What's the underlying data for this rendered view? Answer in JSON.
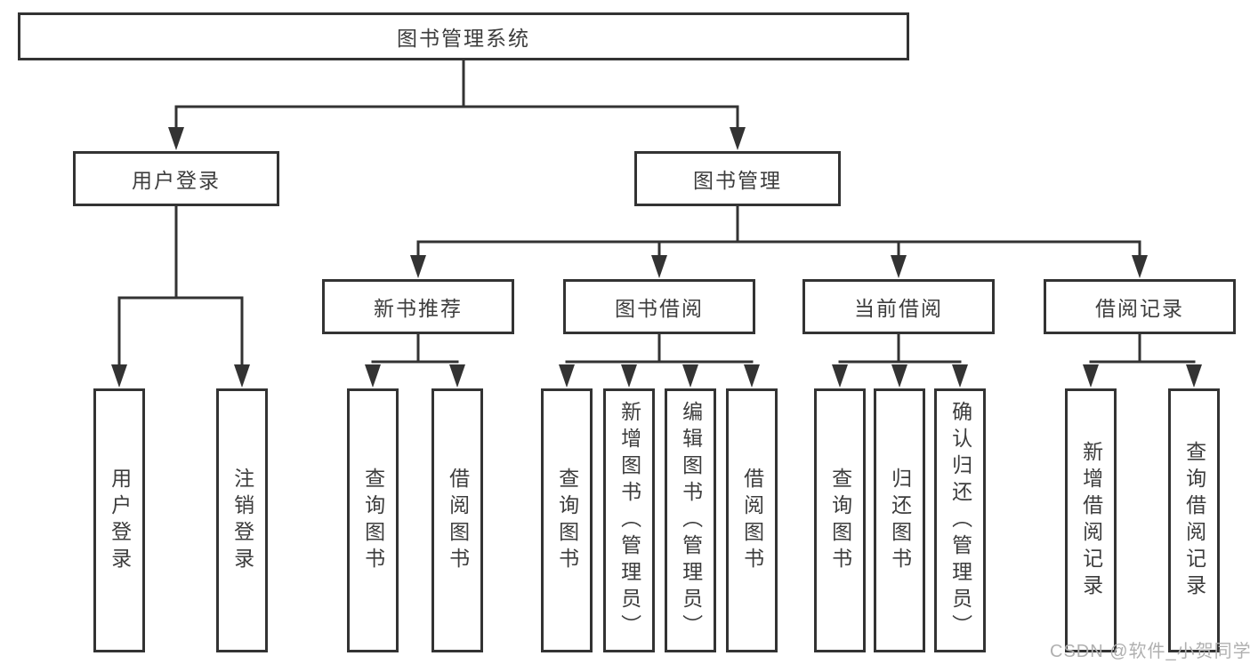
{
  "tree": {
    "root": {
      "label": "图书管理系统"
    },
    "branches": [
      {
        "label": "用户登录",
        "leaves": [
          {
            "label": "用户登录"
          },
          {
            "label": "注销登录"
          }
        ]
      },
      {
        "label": "图书管理",
        "groups": [
          {
            "label": "新书推荐",
            "leaves": [
              {
                "label": "查询图书"
              },
              {
                "label": "借阅图书"
              }
            ]
          },
          {
            "label": "图书借阅",
            "leaves": [
              {
                "label": "查询图书"
              },
              {
                "label": "新增图书（管理员）"
              },
              {
                "label": "编辑图书（管理员）"
              },
              {
                "label": "借阅图书"
              }
            ]
          },
          {
            "label": "当前借阅",
            "leaves": [
              {
                "label": "查询图书"
              },
              {
                "label": "归还图书"
              },
              {
                "label": "确认归还（管理员）"
              }
            ]
          },
          {
            "label": "借阅记录",
            "leaves": [
              {
                "label": "新增借阅记录"
              },
              {
                "label": "查询借阅记录"
              }
            ]
          }
        ]
      }
    ]
  },
  "watermark": {
    "text": "CSDN @软件_小贺同学"
  },
  "colors": {
    "line": "#333333",
    "text": "#3d3d3d",
    "watermark": "#b0b0b0",
    "background": "#ffffff",
    "boxfill": "#ffffff"
  }
}
